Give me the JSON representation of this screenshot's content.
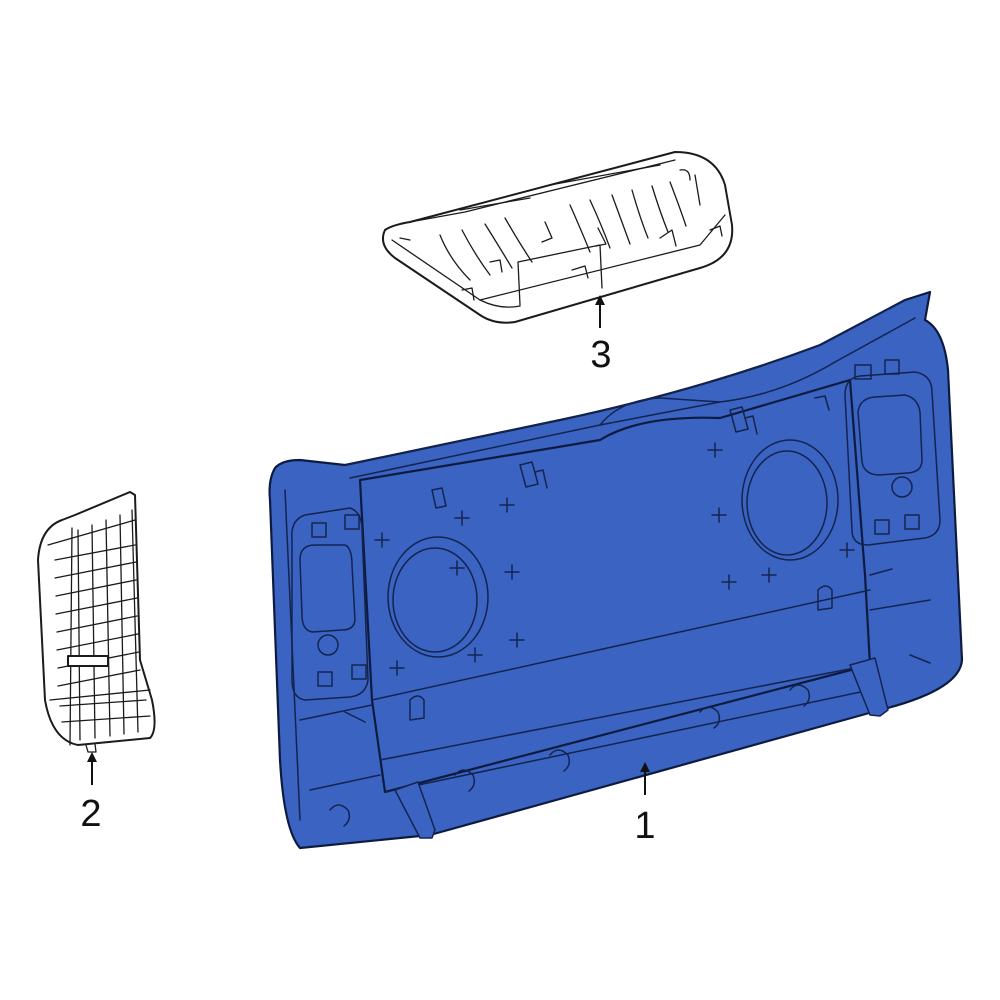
{
  "diagram": {
    "parts": [
      {
        "id": "part-1",
        "label": "1",
        "description_color": "#3a63c2"
      },
      {
        "id": "part-2",
        "label": "2"
      },
      {
        "id": "part-3",
        "label": "3"
      }
    ]
  },
  "colors": {
    "highlight": "#3a63c2",
    "outline": "#1b1b1b",
    "background": "#ffffff"
  }
}
